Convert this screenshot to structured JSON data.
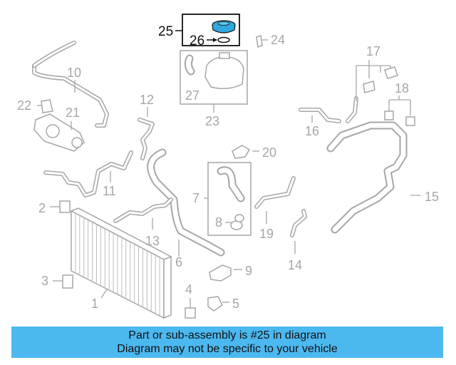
{
  "banner": {
    "line1": "Part or sub-assembly is #25 in diagram",
    "line2": "Diagram may not be specific to your vehicle"
  },
  "highlight_part": "25",
  "colors": {
    "banner_background": "#4cb8f0",
    "line_art": "#a6a6a6",
    "highlight": "#111111",
    "cap_fill": "#2fa9df"
  },
  "callouts": [
    {
      "id": "1",
      "label": "1"
    },
    {
      "id": "2",
      "label": "2"
    },
    {
      "id": "3",
      "label": "3"
    },
    {
      "id": "4",
      "label": "4"
    },
    {
      "id": "5",
      "label": "5"
    },
    {
      "id": "6",
      "label": "6"
    },
    {
      "id": "7",
      "label": "7"
    },
    {
      "id": "8",
      "label": "8"
    },
    {
      "id": "9",
      "label": "9"
    },
    {
      "id": "10",
      "label": "10"
    },
    {
      "id": "11",
      "label": "11"
    },
    {
      "id": "12",
      "label": "12"
    },
    {
      "id": "13",
      "label": "13"
    },
    {
      "id": "14",
      "label": "14"
    },
    {
      "id": "15",
      "label": "15"
    },
    {
      "id": "16",
      "label": "16"
    },
    {
      "id": "17",
      "label": "17"
    },
    {
      "id": "18",
      "label": "18"
    },
    {
      "id": "19",
      "label": "19"
    },
    {
      "id": "20",
      "label": "20"
    },
    {
      "id": "21",
      "label": "21"
    },
    {
      "id": "22",
      "label": "22"
    },
    {
      "id": "23",
      "label": "23"
    },
    {
      "id": "24",
      "label": "24"
    },
    {
      "id": "25",
      "label": "25"
    },
    {
      "id": "26",
      "label": "26"
    },
    {
      "id": "27",
      "label": "27"
    }
  ]
}
